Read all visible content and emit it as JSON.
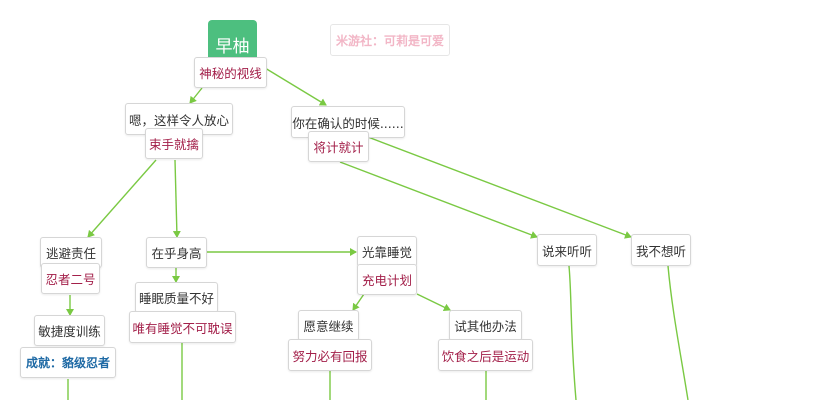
{
  "watermark": "米游社：可莉是可爱",
  "line_color": "#7ac943",
  "root": "早柚",
  "nodes": {
    "n1_tag": "神秘的视线",
    "n2": "嗯，这样令人放心",
    "n2_tag": "束手就擒",
    "n3": "你在确认的时候......",
    "n3_tag": "将计就计",
    "n4": "逃避责任",
    "n4_tag": "忍者二号",
    "n5": "敏捷度训练",
    "n5_ach": "成就：貉级忍者",
    "n6": "在乎身高",
    "n7": "睡眠质量不好",
    "n7_tag": "唯有睡觉不可耽误",
    "n8": "光靠睡觉",
    "n8_tag": "充电计划",
    "n9": "愿意继续",
    "n9_tag": "努力必有回报",
    "n10": "试其他办法",
    "n10_tag": "饮食之后是运动",
    "n11": "说来听听",
    "n12": "我不想听"
  }
}
